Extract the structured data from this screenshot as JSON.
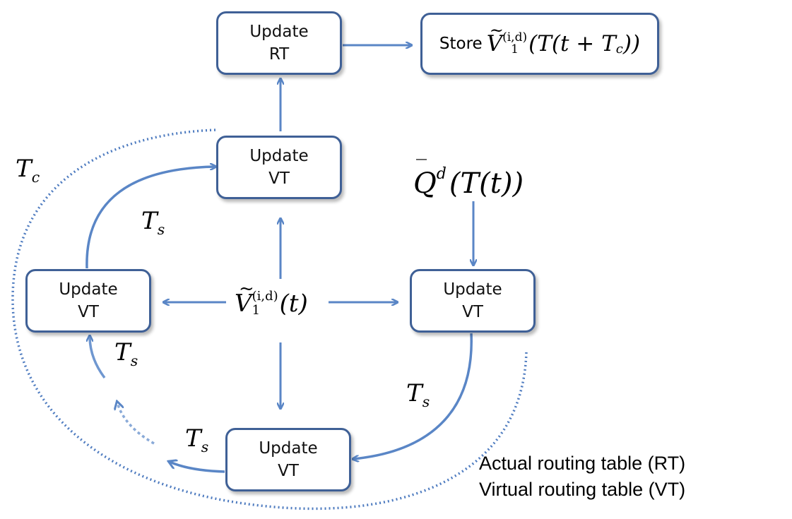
{
  "boxes": {
    "rt": {
      "line1": "Update",
      "line2": "RT"
    },
    "vt_top": {
      "line1": "Update",
      "line2": "VT"
    },
    "vt_left": {
      "line1": "Update",
      "line2": "VT"
    },
    "vt_right": {
      "line1": "Update",
      "line2": "VT"
    },
    "vt_bottom": {
      "line1": "Update",
      "line2": "VT"
    }
  },
  "store": {
    "label": "Store",
    "var": "V",
    "tilde": "~",
    "sub": "1",
    "sup": "(i,d)",
    "arg_open": "(T(t + T",
    "arg_sub": "c",
    "arg_close": "))"
  },
  "center_var": {
    "var": "V",
    "tilde": "~",
    "sub": "1",
    "sup": "(i,d)",
    "arg": "(t)"
  },
  "q_label": {
    "var": "Q",
    "bar": "‾",
    "sup": "d",
    "arg": "(T(t))"
  },
  "tc_label": {
    "var": "T",
    "sub": "c"
  },
  "ts_labels": [
    {
      "var": "T",
      "sub": "s"
    },
    {
      "var": "T",
      "sub": "s"
    },
    {
      "var": "T",
      "sub": "s"
    },
    {
      "var": "T",
      "sub": "s"
    }
  ],
  "legend": {
    "line1": "Actual routing table (RT)",
    "line2": "Virtual routing table (VT)"
  },
  "colors": {
    "arrow": "#5a86c6",
    "box_border": "#3f6096",
    "dotted": "#4f7cc0"
  }
}
